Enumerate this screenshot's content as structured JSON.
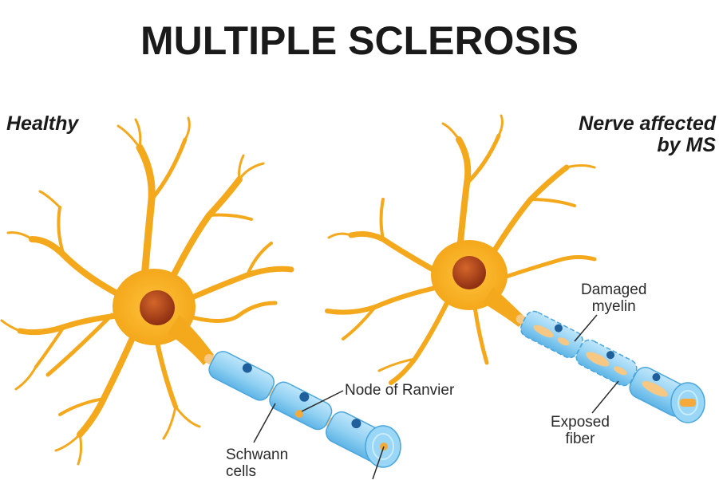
{
  "title": "MULTIPLE SCLEROSIS",
  "panels": {
    "healthy": {
      "label": "Healthy"
    },
    "ms": {
      "label_line1": "Nerve affected",
      "label_line2": "by MS"
    }
  },
  "callouts": {
    "node_of_ranvier": "Node of Ranvier",
    "schwann_line1": "Schwann",
    "schwann_line2": "cells",
    "damaged_line1": "Damaged",
    "damaged_line2": "myelin",
    "exposed_line1": "Exposed",
    "exposed_line2": "fiber"
  },
  "colors": {
    "neuron": "#f4a81c",
    "neuron_dark": "#e39410",
    "nucleus": "#b3421a",
    "myelin": "#8fd0f2",
    "myelin_edge": "#4aa6dc",
    "node_dot": "#1e5f9c",
    "axon_core": "#f7c784"
  }
}
